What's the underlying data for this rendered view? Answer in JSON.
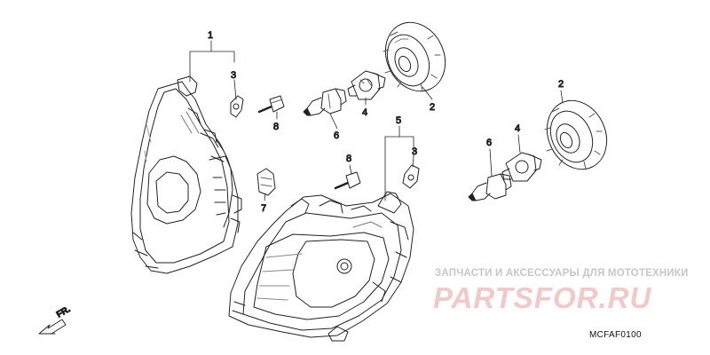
{
  "callouts": {
    "n1": "1",
    "n2a": "2",
    "n2b": "2",
    "n3a": "3",
    "n3b": "3",
    "n4a": "4",
    "n4b": "4",
    "n5": "5",
    "n6a": "6",
    "n6b": "6",
    "n7": "7",
    "n8a": "8",
    "n8b": "8"
  },
  "fr_label": "FR.",
  "watermark": {
    "tagline": "ЗАПЧАСТИ И АКСЕССУАРЫ ДЛЯ МОТОТЕХНИКИ",
    "logo": "PARTSFOR.RU"
  },
  "diagram_code": "MCFAF0100"
}
